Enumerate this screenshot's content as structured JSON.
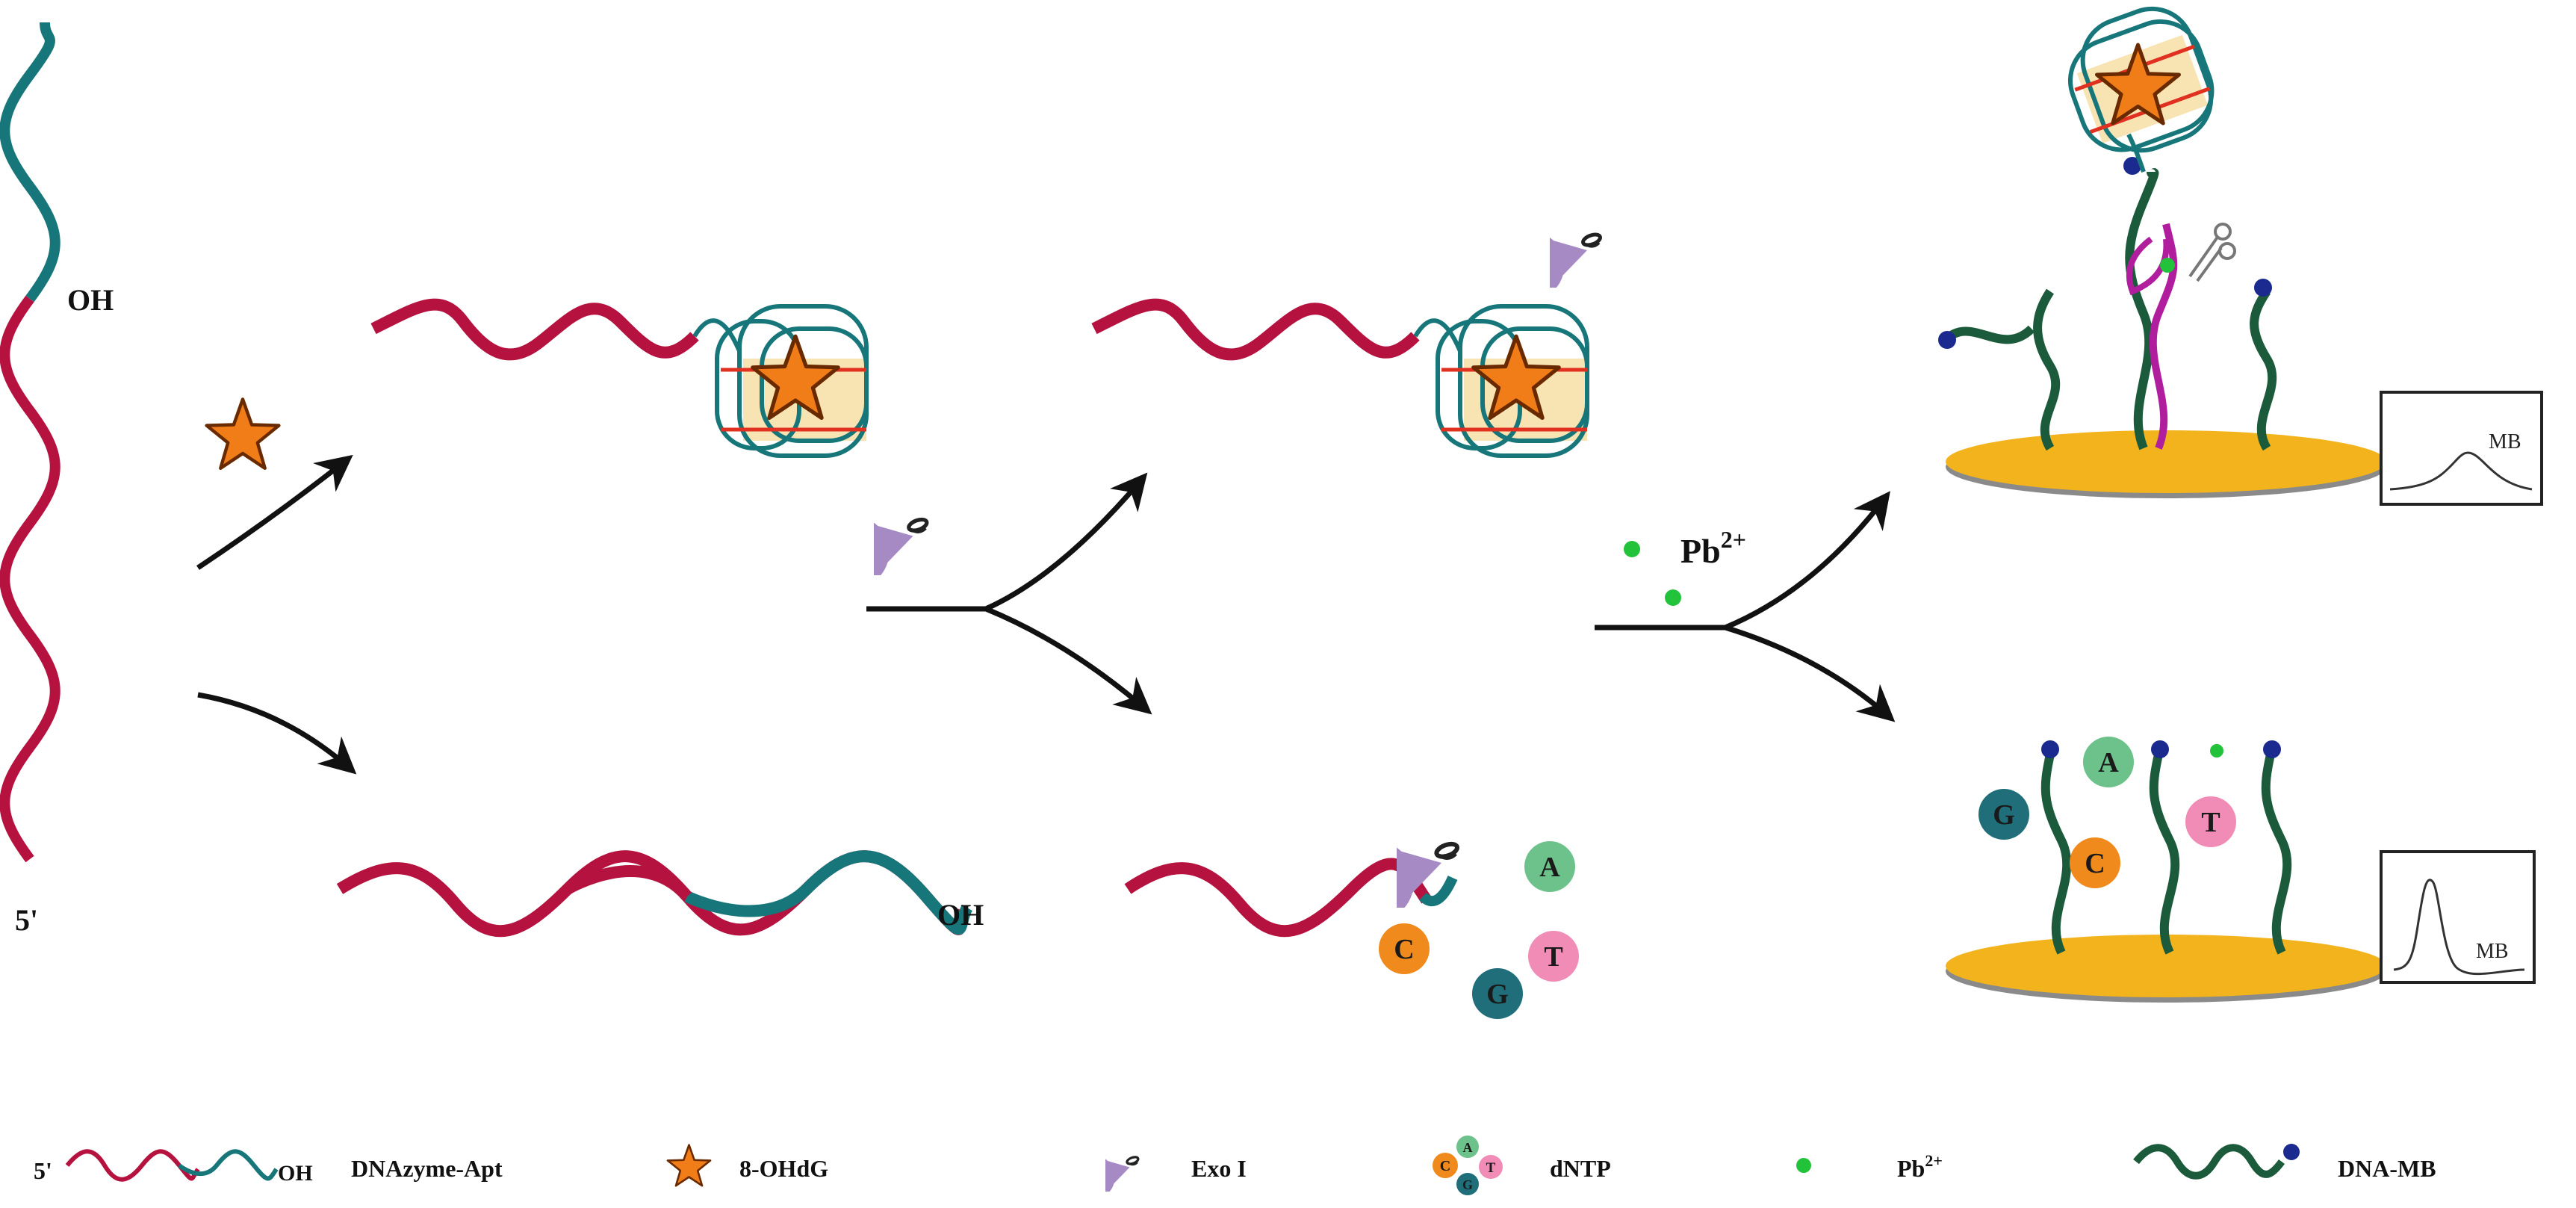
{
  "labels": {
    "oh_top": "OH",
    "five_prime_left": "5'",
    "oh_bottom": "OH",
    "pb_ion": "Pb",
    "pb_charge": "2+",
    "mb_top": "MB",
    "mb_bottom": "MB"
  },
  "nucleotides": {
    "middle": [
      "A",
      "C",
      "G",
      "T"
    ],
    "right": [
      "G",
      "A",
      "C",
      "T"
    ]
  },
  "legend": [
    {
      "symbol": "strand",
      "prefix": "5'",
      "suffix": "OH",
      "label": "DNAzyme-Apt"
    },
    {
      "symbol": "star",
      "label": "8-OHdG"
    },
    {
      "symbol": "exo-enzyme",
      "label": "Exo I"
    },
    {
      "symbol": "dntp-cluster",
      "letters": [
        "C",
        "A",
        "G",
        "T"
      ],
      "label": "dNTP"
    },
    {
      "symbol": "pb-dot",
      "label": "Pb",
      "sup": "2+"
    },
    {
      "symbol": "dna-mb",
      "label": "DNA-MB"
    }
  ],
  "colors": {
    "crimson": "#b5123f",
    "teal": "#16767a",
    "dark_green": "#1b5a3a",
    "magenta": "#b01e9e",
    "orange": "#f07d18",
    "gold": "#f2b31c",
    "purple": "#a58ac4",
    "pb_green": "#22c23a",
    "mb_blue": "#1a2a8f",
    "nuc_A": "#6cc28a",
    "nuc_C": "#f08a1c",
    "nuc_G": "#1f6e7a",
    "nuc_T": "#f08cb6"
  }
}
